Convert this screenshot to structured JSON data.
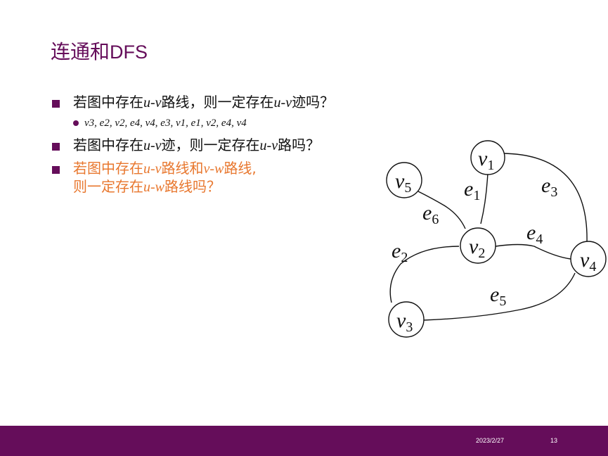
{
  "slide": {
    "title_cn": "连通和",
    "title_en": "DFS",
    "date": "2023/2/27",
    "page": "13"
  },
  "bullets": [
    {
      "parts": [
        "若图中存在",
        "u-v",
        "路线，则一定存在",
        "u-v",
        "迹吗？"
      ]
    },
    {
      "sequence": "v3, e2, v2, e4, v4, e3, v1, e1, v2, e4, v4"
    },
    {
      "parts": [
        "若图中存在",
        "u-v",
        "迹，则一定存在",
        "u-v",
        "路吗？"
      ]
    },
    {
      "parts": [
        "若图中存在",
        "u-v",
        "路线和",
        "v-w",
        "路线,"
      ],
      "line2": [
        "则一定存在",
        "u-w",
        "路线吗？"
      ]
    }
  ],
  "graph": {
    "vertices": [
      {
        "id": "v1",
        "base": "v",
        "sub": "1"
      },
      {
        "id": "v2",
        "base": "v",
        "sub": "2"
      },
      {
        "id": "v3",
        "base": "v",
        "sub": "3"
      },
      {
        "id": "v4",
        "base": "v",
        "sub": "4"
      },
      {
        "id": "v5",
        "base": "v",
        "sub": "5"
      }
    ],
    "edges": [
      {
        "id": "e1",
        "base": "e",
        "sub": "1"
      },
      {
        "id": "e2",
        "base": "e",
        "sub": "2"
      },
      {
        "id": "e3",
        "base": "e",
        "sub": "3"
      },
      {
        "id": "e4",
        "base": "e",
        "sub": "4"
      },
      {
        "id": "e5",
        "base": "e",
        "sub": "5"
      },
      {
        "id": "e6",
        "base": "e",
        "sub": "6"
      }
    ]
  },
  "colors": {
    "brand": "#650D5A",
    "accent": "#E8772E"
  }
}
